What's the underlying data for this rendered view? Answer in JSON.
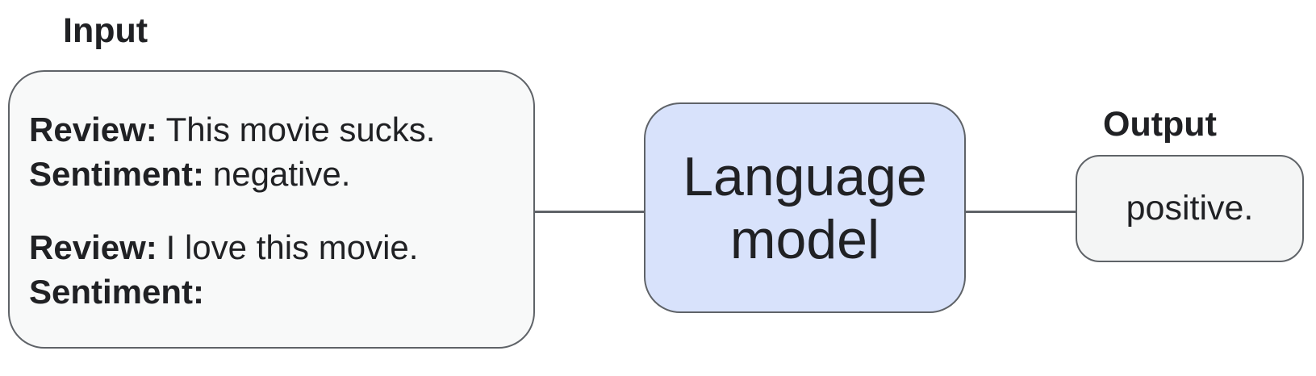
{
  "figure": {
    "input": {
      "label": "Input",
      "examples": [
        {
          "review_label": "Review:",
          "review_value": "This movie sucks.",
          "sentiment_label": "Sentiment:",
          "sentiment_value": "negative."
        },
        {
          "review_label": "Review:",
          "review_value": "I love this movie.",
          "sentiment_label": "Sentiment:",
          "sentiment_value": ""
        }
      ]
    },
    "model": {
      "line1": "Language",
      "line2": "model"
    },
    "output": {
      "label": "Output",
      "value": "positive."
    }
  },
  "colors": {
    "border_gray": "#5f6368",
    "input_fill": "#f8f9f9",
    "output_fill": "#f4f5f5",
    "model_fill": "#d8e2fb",
    "text": "#202124",
    "canvas_bg": "#ffffff"
  }
}
